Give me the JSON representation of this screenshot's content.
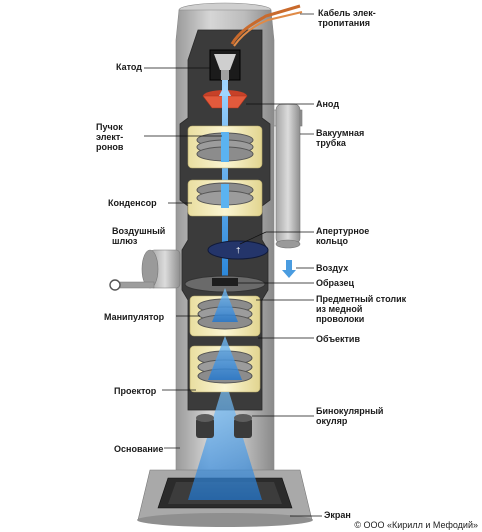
{
  "labels": {
    "cable": [
      "Кабель элек-",
      "тропитания"
    ],
    "cathode": "Катод",
    "anode": "Анод",
    "beam": [
      "Пучок",
      "элект-",
      "ронов"
    ],
    "vacuum_tube": [
      "Вакуумная",
      "трубка"
    ],
    "condenser": "Конденсор",
    "airlock": [
      "Воздушный",
      "шлюз"
    ],
    "aperture_ring": [
      "Апертурное",
      "кольцо"
    ],
    "air": "Воздух",
    "sample": "Образец",
    "stage": [
      "Предметный столик",
      "из медной",
      "проволоки"
    ],
    "manipulator": "Манипулятор",
    "objective": "Объектив",
    "projector": "Проектор",
    "binocular": [
      "Бинокулярный",
      "окуляр"
    ],
    "base": "Основание",
    "screen": "Экран"
  },
  "credit": "© ООО «Кирилл и Мефодий»",
  "colors": {
    "body": "#b9b9b9",
    "body_dark": "#8e8e8e",
    "interior": "#3a3a3a",
    "lens_cream": "#f4ecb8",
    "beam": "#3f9fe0",
    "anode": "#e35a3c",
    "aperture": "#2a3a6e",
    "screen": "#2d2d2d"
  }
}
